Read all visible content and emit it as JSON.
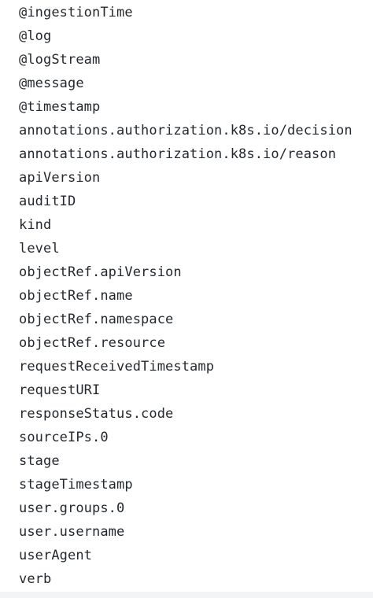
{
  "fields": [
    "@ingestionTime",
    "@log",
    "@logStream",
    "@message",
    "@timestamp",
    "annotations.authorization.k8s.io/decision",
    "annotations.authorization.k8s.io/reason",
    "apiVersion",
    "auditID",
    "kind",
    "level",
    "objectRef.apiVersion",
    "objectRef.name",
    "objectRef.namespace",
    "objectRef.resource",
    "requestReceivedTimestamp",
    "requestURI",
    "responseStatus.code",
    "sourceIPs.0",
    "stage",
    "stageTimestamp",
    "user.groups.0",
    "user.username",
    "userAgent",
    "verb"
  ]
}
